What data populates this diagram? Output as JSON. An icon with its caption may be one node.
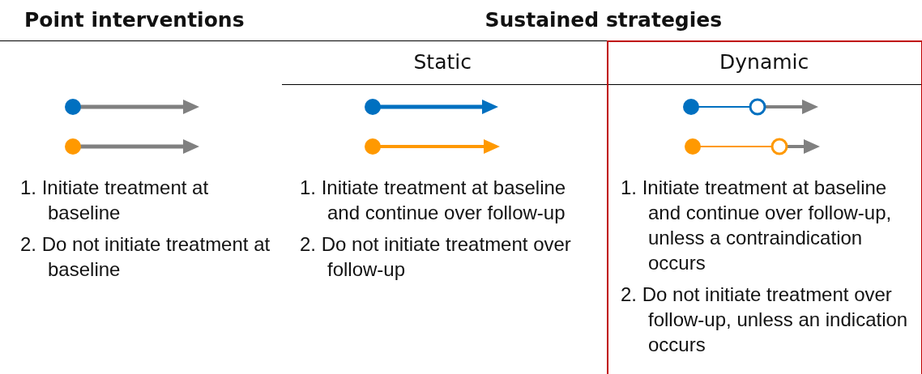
{
  "diagram": {
    "labels": [
      "Point interventions",
      "Sustained strategies",
      "Static",
      "Dynamic",
      "1. Initiate treatment at baseline",
      "2. Do not initiate treatment at baseline",
      "1. Initiate treatment at baseline and continue over follow-up",
      "2. Do not initiate treatment over follow-up",
      "1. Initiate treatment at baseline and continue over follow-up, unless a contraindication occurs",
      "2. Do not initiate treatment over follow-up, unless an indication occurs"
    ]
  }
}
